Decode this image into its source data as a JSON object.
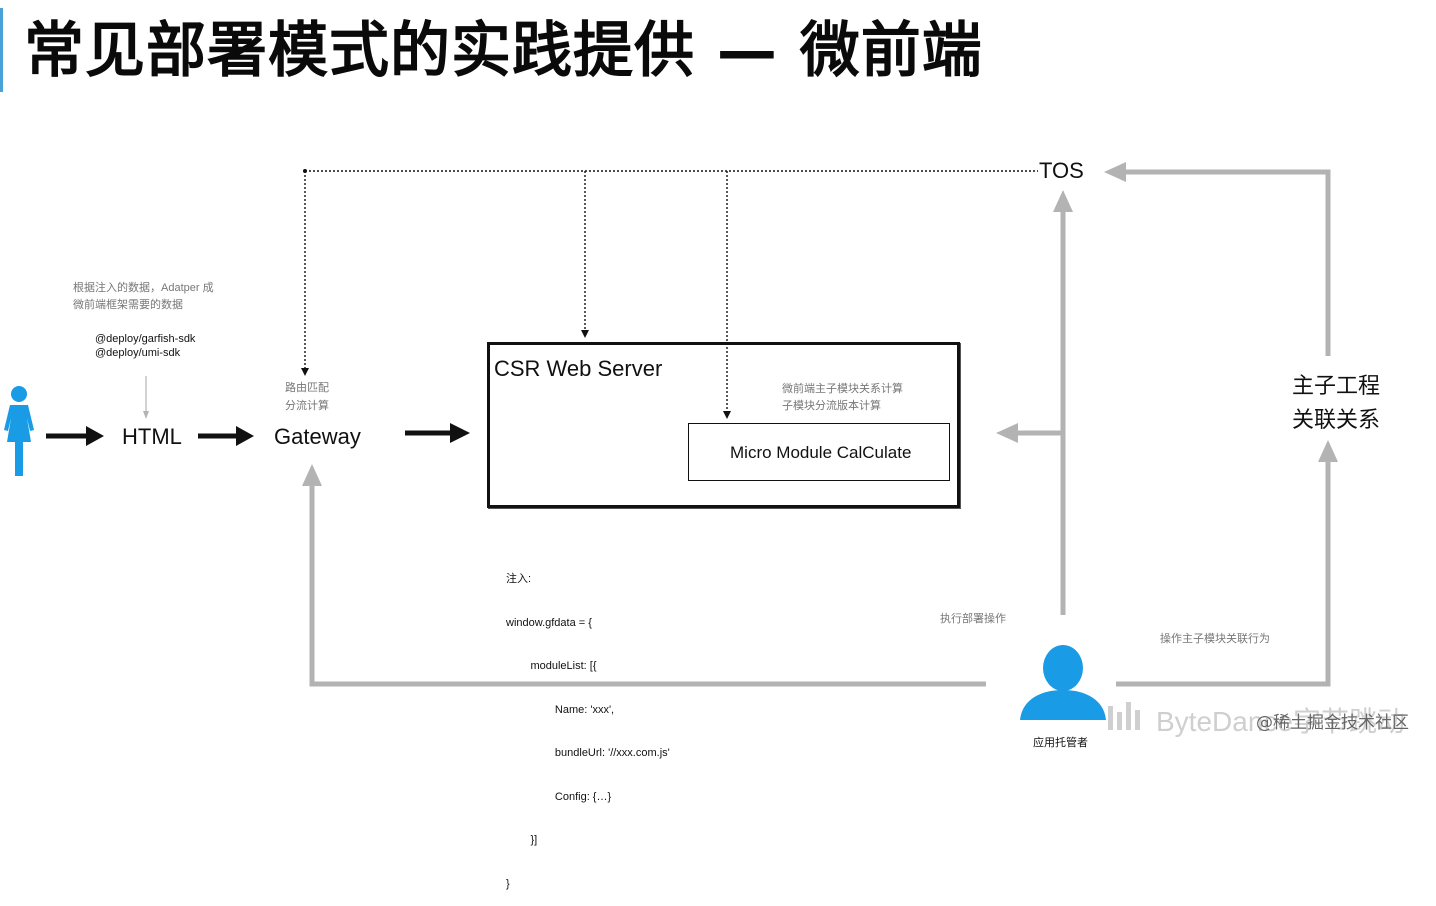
{
  "title": "常见部署模式的实践提供 — 微前端",
  "nodes": {
    "html": "HTML",
    "gateway": "Gateway",
    "tos": "TOS",
    "csr": "CSR Web Server",
    "micro": "Micro Module CalCulate",
    "relation_line1": "主子工程",
    "relation_line2": "关联关系"
  },
  "notes": {
    "adapter_line1": "根据注入的数据，Adatper 成",
    "adapter_line2": "微前端框架需要的数据",
    "sdk1": "@deploy/garfish-sdk",
    "sdk2": "@deploy/umi-sdk",
    "route_line1": "路由匹配",
    "route_line2": "分流计算",
    "calc_line1": "微前端主子模块关系计算",
    "calc_line2": "子模块分流版本计算",
    "deploy_op": "执行部署操作",
    "relation_op": "操作主子模块关联行为",
    "admin": "应用托管者"
  },
  "code": [
    "注入:",
    "window.gfdata = {",
    "        moduleList: [{",
    "                Name: 'xxx',",
    "                bundleUrl: '//xxx.com.js'",
    "                Config: {…}",
    "        }]",
    "}"
  ],
  "watermark": {
    "brand": "ByteDance字节跳动",
    "credit": "@稀土掘金技术社区"
  },
  "colors": {
    "arrow_black": "#111111",
    "arrow_gray": "#b3b3b3",
    "user_icon": "#1a9be6",
    "title_bar": "#4aa3d8"
  }
}
